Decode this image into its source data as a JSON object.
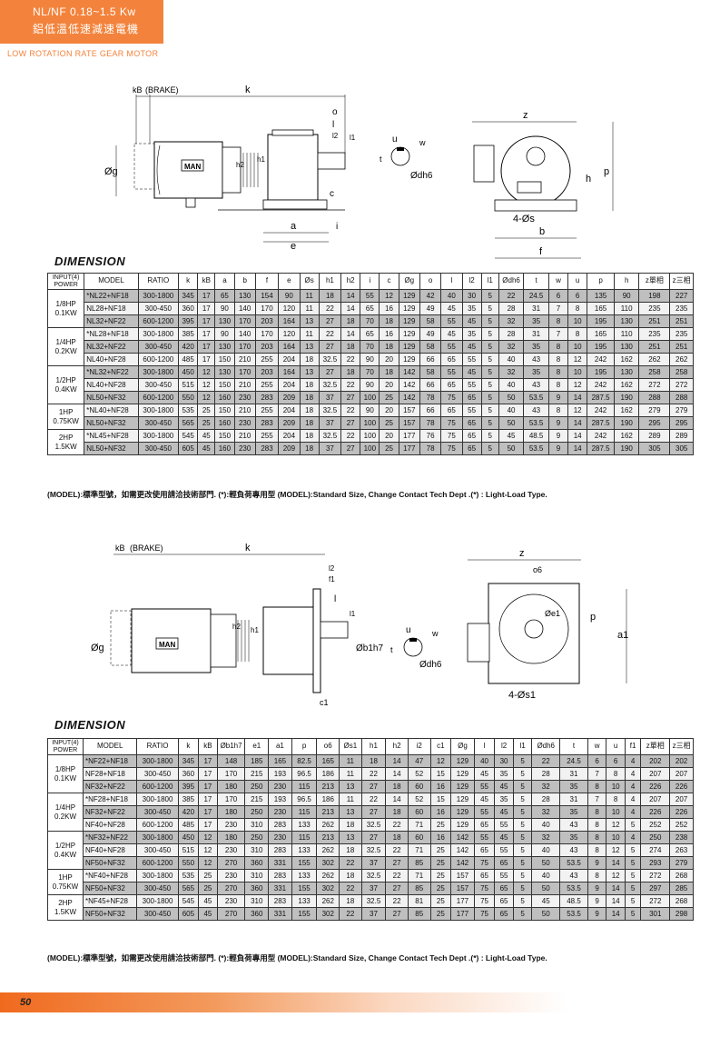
{
  "header": {
    "line1": "NL/NF  0.18~1.5 Kw",
    "line2": "鋁低溫低速減速電機",
    "subtitle": "LOW ROTATION RATE GEAR MOTOR"
  },
  "drawing_labels": {
    "kb_brake": "(BRAKE)",
    "kb": "kB",
    "k": "k",
    "o": "o",
    "l": "l",
    "l2": "l2",
    "l1": "l1",
    "h1": "h1",
    "h2": "h2",
    "g": "Øg",
    "c": "c",
    "i": "i",
    "a": "a",
    "e": "e",
    "u": "u",
    "w": "w",
    "t": "t",
    "dh6": "Ødh6",
    "z": "z",
    "p": "p",
    "h": "h",
    "s": "4-Øs",
    "b": "b",
    "f": "f",
    "f1": "f1",
    "b1h7": "Øb1h7",
    "c1": "c1",
    "o6": "o6",
    "e1": "Øe1",
    "a1": "a1",
    "s1": "4-Øs1",
    "logo": "MAN"
  },
  "section1": {
    "title": "DIMENSION",
    "headers": [
      "INPUT(4) POWER",
      "MODEL",
      "RATIO",
      "k",
      "kB",
      "a",
      "b",
      "f",
      "e",
      "Øs",
      "h1",
      "h2",
      "i",
      "c",
      "Øg",
      "o",
      "l",
      "l2",
      "l1",
      "Ødh6",
      "t",
      "w",
      "u",
      "p",
      "h",
      "z單相",
      "z三相"
    ],
    "groups": [
      {
        "power": [
          "1/8HP",
          "0.1KW"
        ],
        "rows": [
          {
            "shade": true,
            "cells": [
              "*NL22+NF18",
              "300-1800",
              "345",
              "17",
              "65",
              "130",
              "154",
              "90",
              "11",
              "18",
              "14",
              "55",
              "12",
              "129",
              "42",
              "40",
              "30",
              "5",
              "22",
              "24.5",
              "6",
              "6",
              "135",
              "90",
              "198",
              "227"
            ]
          },
          {
            "shade": false,
            "cells": [
              "NL28+NF18",
              "300-450",
              "360",
              "17",
              "90",
              "140",
              "170",
              "120",
              "11",
              "22",
              "14",
              "65",
              "16",
              "129",
              "49",
              "45",
              "35",
              "5",
              "28",
              "31",
              "7",
              "8",
              "165",
              "110",
              "235",
              "235"
            ]
          },
          {
            "shade": true,
            "cells": [
              "NL32+NF22",
              "600-1200",
              "395",
              "17",
              "130",
              "170",
              "203",
              "164",
              "13",
              "27",
              "18",
              "70",
              "18",
              "129",
              "58",
              "55",
              "45",
              "5",
              "32",
              "35",
              "8",
              "10",
              "195",
              "130",
              "251",
              "251"
            ]
          }
        ]
      },
      {
        "power": [
          "1/4HP",
          "0.2KW"
        ],
        "rows": [
          {
            "shade": false,
            "cells": [
              "*NL28+NF18",
              "300-1800",
              "385",
              "17",
              "90",
              "140",
              "170",
              "120",
              "11",
              "22",
              "14",
              "65",
              "16",
              "129",
              "49",
              "45",
              "35",
              "5",
              "28",
              "31",
              "7",
              "8",
              "165",
              "110",
              "235",
              "235"
            ]
          },
          {
            "shade": true,
            "cells": [
              "NL32+NF22",
              "300-450",
              "420",
              "17",
              "130",
              "170",
              "203",
              "164",
              "13",
              "27",
              "18",
              "70",
              "18",
              "129",
              "58",
              "55",
              "45",
              "5",
              "32",
              "35",
              "8",
              "10",
              "195",
              "130",
              "251",
              "251"
            ]
          },
          {
            "shade": false,
            "cells": [
              "NL40+NF28",
              "600-1200",
              "485",
              "17",
              "150",
              "210",
              "255",
              "204",
              "18",
              "32.5",
              "22",
              "90",
              "20",
              "129",
              "66",
              "65",
              "55",
              "5",
              "40",
              "43",
              "8",
              "12",
              "242",
              "162",
              "262",
              "262"
            ]
          }
        ]
      },
      {
        "power": [
          "1/2HP",
          "0.4KW"
        ],
        "rows": [
          {
            "shade": true,
            "cells": [
              "*NL32+NF22",
              "300-1800",
              "450",
              "12",
              "130",
              "170",
              "203",
              "164",
              "13",
              "27",
              "18",
              "70",
              "18",
              "142",
              "58",
              "55",
              "45",
              "5",
              "32",
              "35",
              "8",
              "10",
              "195",
              "130",
              "258",
              "258"
            ]
          },
          {
            "shade": false,
            "cells": [
              "NL40+NF28",
              "300-450",
              "515",
              "12",
              "150",
              "210",
              "255",
              "204",
              "18",
              "32.5",
              "22",
              "90",
              "20",
              "142",
              "66",
              "65",
              "55",
              "5",
              "40",
              "43",
              "8",
              "12",
              "242",
              "162",
              "272",
              "272"
            ]
          },
          {
            "shade": true,
            "cells": [
              "NL50+NF32",
              "600-1200",
              "550",
              "12",
              "160",
              "230",
              "283",
              "209",
              "18",
              "37",
              "27",
              "100",
              "25",
              "142",
              "78",
              "75",
              "65",
              "5",
              "50",
              "53.5",
              "9",
              "14",
              "287.5",
              "190",
              "288",
              "288"
            ]
          }
        ]
      },
      {
        "power": [
          "1HP",
          "0.75KW"
        ],
        "rows": [
          {
            "shade": false,
            "cells": [
              "*NL40+NF28",
              "300-1800",
              "535",
              "25",
              "150",
              "210",
              "255",
              "204",
              "18",
              "32.5",
              "22",
              "90",
              "20",
              "157",
              "66",
              "65",
              "55",
              "5",
              "40",
              "43",
              "8",
              "12",
              "242",
              "162",
              "279",
              "279"
            ]
          },
          {
            "shade": true,
            "cells": [
              "NL50+NF32",
              "300-450",
              "565",
              "25",
              "160",
              "230",
              "283",
              "209",
              "18",
              "37",
              "27",
              "100",
              "25",
              "157",
              "78",
              "75",
              "65",
              "5",
              "50",
              "53.5",
              "9",
              "14",
              "287.5",
              "190",
              "295",
              "295"
            ]
          }
        ]
      },
      {
        "power": [
          "2HP",
          "1.5KW"
        ],
        "rows": [
          {
            "shade": false,
            "cells": [
              "*NL45+NF28",
              "300-1800",
              "545",
              "45",
              "150",
              "210",
              "255",
              "204",
              "18",
              "32.5",
              "22",
              "100",
              "20",
              "177",
              "76",
              "75",
              "65",
              "5",
              "45",
              "48.5",
              "9",
              "14",
              "242",
              "162",
              "289",
              "289"
            ]
          },
          {
            "shade": true,
            "cells": [
              "NL50+NF32",
              "300-450",
              "605",
              "45",
              "160",
              "230",
              "283",
              "209",
              "18",
              "37",
              "27",
              "100",
              "25",
              "177",
              "78",
              "75",
              "65",
              "5",
              "50",
              "53.5",
              "9",
              "14",
              "287.5",
              "190",
              "305",
              "305"
            ]
          }
        ]
      }
    ],
    "note": "(MODEL):標準型號，如需更改使用請洽技術部門. (*):輕負荷專用型   (MODEL):Standard Size, Change Contact Tech Dept .(*) : Light-Load Type."
  },
  "section2": {
    "title": "DIMENSION",
    "headers": [
      "INPUT(4) POWER",
      "MODEL",
      "RATIO",
      "k",
      "kB",
      "Øb1h7",
      "e1",
      "a1",
      "p",
      "o6",
      "Øs1",
      "h1",
      "h2",
      "i2",
      "c1",
      "Øg",
      "l",
      "l2",
      "l1",
      "Ødh6",
      "t",
      "w",
      "u",
      "f1",
      "z單相",
      "z三相"
    ],
    "groups": [
      {
        "power": [
          "1/8HP",
          "0.1KW"
        ],
        "rows": [
          {
            "shade": true,
            "cells": [
              "*NF22+NF18",
              "300-1800",
              "345",
              "17",
              "148",
              "185",
              "165",
              "82.5",
              "165",
              "11",
              "18",
              "14",
              "47",
              "12",
              "129",
              "40",
              "30",
              "5",
              "22",
              "24.5",
              "6",
              "6",
              "4",
              "202",
              "202"
            ]
          },
          {
            "shade": false,
            "cells": [
              "NF28+NF18",
              "300-450",
              "360",
              "17",
              "170",
              "215",
              "193",
              "96.5",
              "186",
              "11",
              "22",
              "14",
              "52",
              "15",
              "129",
              "45",
              "35",
              "5",
              "28",
              "31",
              "7",
              "8",
              "4",
              "207",
              "207"
            ]
          },
          {
            "shade": true,
            "cells": [
              "NF32+NF22",
              "600-1200",
              "395",
              "17",
              "180",
              "250",
              "230",
              "115",
              "213",
              "13",
              "27",
              "18",
              "60",
              "16",
              "129",
              "55",
              "45",
              "5",
              "32",
              "35",
              "8",
              "10",
              "4",
              "226",
              "226"
            ]
          }
        ]
      },
      {
        "power": [
          "1/4HP",
          "0.2KW"
        ],
        "rows": [
          {
            "shade": false,
            "cells": [
              "*NF28+NF18",
              "300-1800",
              "385",
              "17",
              "170",
              "215",
              "193",
              "96.5",
              "186",
              "11",
              "22",
              "14",
              "52",
              "15",
              "129",
              "45",
              "35",
              "5",
              "28",
              "31",
              "7",
              "8",
              "4",
              "207",
              "207"
            ]
          },
          {
            "shade": true,
            "cells": [
              "NF32+NF22",
              "300-450",
              "420",
              "17",
              "180",
              "250",
              "230",
              "115",
              "213",
              "13",
              "27",
              "18",
              "60",
              "16",
              "129",
              "55",
              "45",
              "5",
              "32",
              "35",
              "8",
              "10",
              "4",
              "226",
              "226"
            ]
          },
          {
            "shade": false,
            "cells": [
              "NF40+NF28",
              "600-1200",
              "485",
              "17",
              "230",
              "310",
              "283",
              "133",
              "262",
              "18",
              "32.5",
              "22",
              "71",
              "25",
              "129",
              "65",
              "55",
              "5",
              "40",
              "43",
              "8",
              "12",
              "5",
              "252",
              "252"
            ]
          }
        ]
      },
      {
        "power": [
          "1/2HP",
          "0.4KW"
        ],
        "rows": [
          {
            "shade": true,
            "cells": [
              "*NF32+NF22",
              "300-1800",
              "450",
              "12",
              "180",
              "250",
              "230",
              "115",
              "213",
              "13",
              "27",
              "18",
              "60",
              "16",
              "142",
              "55",
              "45",
              "5",
              "32",
              "35",
              "8",
              "10",
              "4",
              "250",
              "238"
            ]
          },
          {
            "shade": false,
            "cells": [
              "NF40+NF28",
              "300-450",
              "515",
              "12",
              "230",
              "310",
              "283",
              "133",
              "262",
              "18",
              "32.5",
              "22",
              "71",
              "25",
              "142",
              "65",
              "55",
              "5",
              "40",
              "43",
              "8",
              "12",
              "5",
              "274",
              "263"
            ]
          },
          {
            "shade": true,
            "cells": [
              "NF50+NF32",
              "600-1200",
              "550",
              "12",
              "270",
              "360",
              "331",
              "155",
              "302",
              "22",
              "37",
              "27",
              "85",
              "25",
              "142",
              "75",
              "65",
              "5",
              "50",
              "53.5",
              "9",
              "14",
              "5",
              "293",
              "279"
            ]
          }
        ]
      },
      {
        "power": [
          "1HP",
          "0.75KW"
        ],
        "rows": [
          {
            "shade": false,
            "cells": [
              "*NF40+NF28",
              "300-1800",
              "535",
              "25",
              "230",
              "310",
              "283",
              "133",
              "262",
              "18",
              "32.5",
              "22",
              "71",
              "25",
              "157",
              "65",
              "55",
              "5",
              "40",
              "43",
              "8",
              "12",
              "5",
              "272",
              "268"
            ]
          },
          {
            "shade": true,
            "cells": [
              "NF50+NF32",
              "300-450",
              "565",
              "25",
              "270",
              "360",
              "331",
              "155",
              "302",
              "22",
              "37",
              "27",
              "85",
              "25",
              "157",
              "75",
              "65",
              "5",
              "50",
              "53.5",
              "9",
              "14",
              "5",
              "297",
              "285"
            ]
          }
        ]
      },
      {
        "power": [
          "2HP",
          "1.5KW"
        ],
        "rows": [
          {
            "shade": false,
            "cells": [
              "*NF45+NF28",
              "300-1800",
              "545",
              "45",
              "230",
              "310",
              "283",
              "133",
              "262",
              "18",
              "32.5",
              "22",
              "81",
              "25",
              "177",
              "75",
              "65",
              "5",
              "45",
              "48.5",
              "9",
              "14",
              "5",
              "272",
              "268"
            ]
          },
          {
            "shade": true,
            "cells": [
              "NF50+NF32",
              "300-450",
              "605",
              "45",
              "270",
              "360",
              "331",
              "155",
              "302",
              "22",
              "37",
              "27",
              "85",
              "25",
              "177",
              "75",
              "65",
              "5",
              "50",
              "53.5",
              "9",
              "14",
              "5",
              "301",
              "298"
            ]
          }
        ]
      }
    ],
    "note": "(MODEL):標準型號，如需更改使用請洽技術部門. (*):輕負荷專用型   (MODEL):Standard Size, Change Contact Tech Dept .(*) : Light-Load Type."
  },
  "footer": {
    "page": "50"
  },
  "colors": {
    "accent": "#f3833c",
    "shade": "#bfbfbf",
    "light": "#f2f2f2"
  }
}
